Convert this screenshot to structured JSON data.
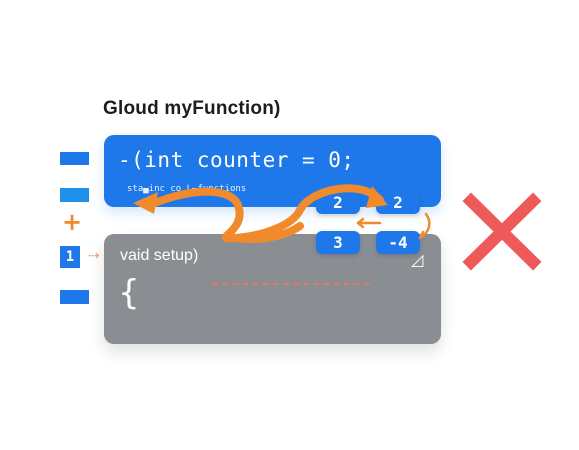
{
  "title": "Gloud myFunction)",
  "code": {
    "line1": "-(int counter = 0;",
    "caption": "sta▄inc co L▄functions",
    "setup": "vaid setup)",
    "brace": "{"
  },
  "chips": {
    "a": "2",
    "b": "2",
    "c": "3",
    "d": "-4"
  },
  "sidebar": {
    "plus": "+",
    "one": "1",
    "arrow": "⇢"
  },
  "colors": {
    "blue": "#1e78ea",
    "gray": "#8a8d92",
    "orange": "#f08a2c",
    "red_x": "#ee5a5a"
  },
  "icons": [
    "close-x-icon",
    "swap-arrows-icon",
    "ghost-icon"
  ]
}
